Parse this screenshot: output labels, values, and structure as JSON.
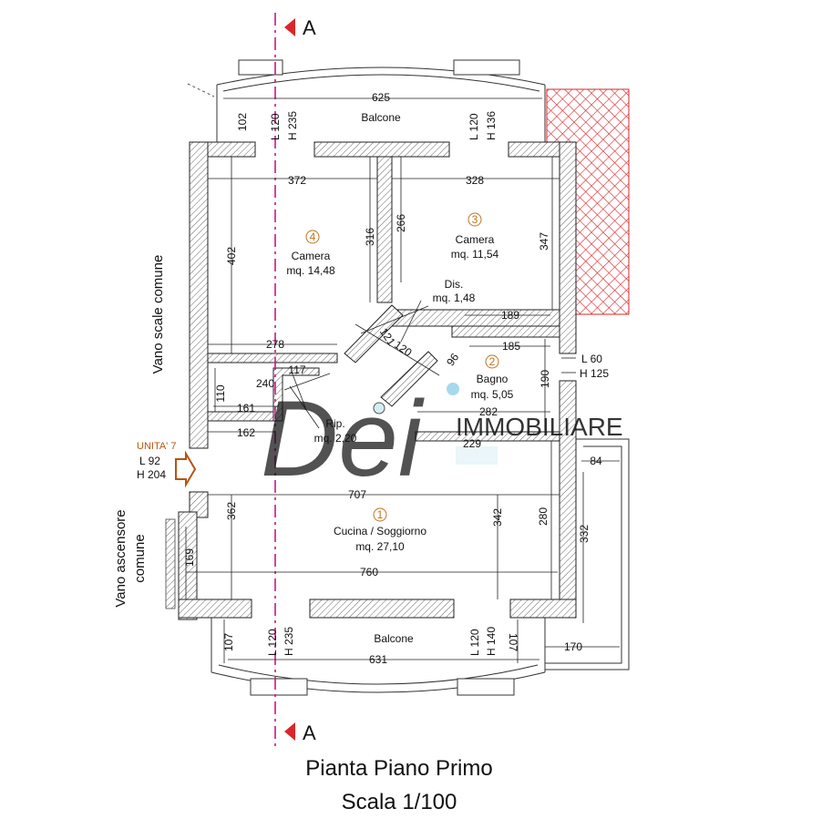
{
  "section": {
    "letter": "A"
  },
  "title": {
    "line1": "Pianta Piano Primo",
    "line2": "Scala 1/100"
  },
  "watermark": {
    "logo_text": "Dei",
    "brand": "IMMOBILIARE"
  },
  "side_labels": {
    "stairs": "Vano scale comune",
    "elevator_line1": "Vano ascensore",
    "elevator_line2": "comune"
  },
  "entrance": {
    "unit": "UNITA' 7",
    "l": "L 92",
    "h": "H 204"
  },
  "rooms": [
    {
      "num": "4",
      "name": "Camera",
      "area": "mq. 14,48"
    },
    {
      "num": "3",
      "name": "Camera",
      "area": "mq. 11,54"
    },
    {
      "num": "2",
      "name": "Bagno",
      "area": "mq. 5,05"
    },
    {
      "num": "1",
      "name": "Cucina / Soggiorno",
      "area": "mq. 27,10"
    }
  ],
  "dis": {
    "name": "Dis.",
    "area": "mq. 1,48"
  },
  "rip": {
    "name": "Rip.",
    "area": "mq. 2,20"
  },
  "balconies": {
    "top": "Balcone",
    "bottom": "Balcone"
  },
  "openings": {
    "top_left": {
      "l": "L 120",
      "h": "H 235"
    },
    "top_right": {
      "l": "L 120",
      "h": "H 136"
    },
    "bottom_left": {
      "l": "L 120",
      "h": "H 235"
    },
    "bottom_right": {
      "l": "L 120",
      "h": "H 140"
    },
    "bath": {
      "l": "L   60",
      "h": "H 125"
    }
  },
  "dims": {
    "d625": "625",
    "d102": "102",
    "d372": "372",
    "d328": "328",
    "d402": "402",
    "d316": "316",
    "d266": "266",
    "d347": "347",
    "d189": "189",
    "d278": "278",
    "d185": "185",
    "d96": "96",
    "d121": "121",
    "d120": "120",
    "d190": "190",
    "d117": "117",
    "d240": "240",
    "d110": "110",
    "d161": "161",
    "d162": "162",
    "d282": "282",
    "d229": "229",
    "d84": "84",
    "d707": "707",
    "d362": "362",
    "d342": "342",
    "d280": "280",
    "d332": "332",
    "d169": "169",
    "d760": "760",
    "d107a": "107",
    "d107b": "107",
    "d631": "631",
    "d170": "170"
  }
}
